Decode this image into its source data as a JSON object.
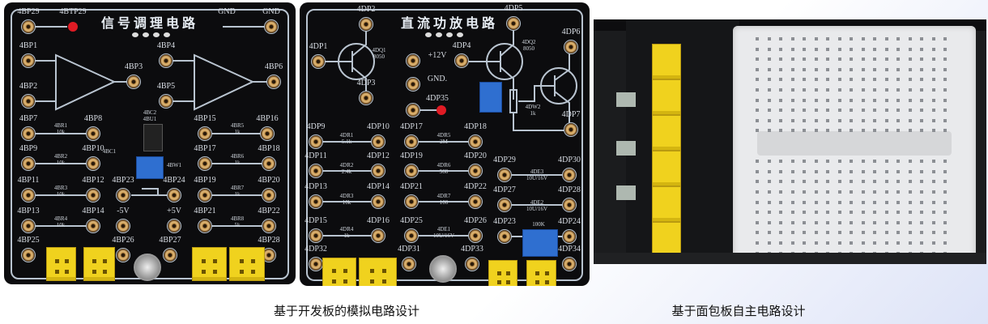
{
  "boards": [
    {
      "title": "信号调理电路",
      "terminals": [
        "4BP29",
        "4BTP29",
        "GND",
        "GND",
        "4BP1",
        "4BP2",
        "4BP3",
        "4BP4",
        "4BP5",
        "4BP6",
        "4BP7",
        "4BP8",
        "4BP15",
        "4BP16",
        "4BP9",
        "4BP10",
        "4BP17",
        "4BP18",
        "4BP11",
        "4BP12",
        "4BP23",
        "4BP24",
        "4BP19",
        "4BP20",
        "4BP13",
        "4BP14",
        "-5V",
        "+5V",
        "4BP21",
        "4BP22",
        "4BP25",
        "4BP26",
        "4BP27",
        "4BP28"
      ],
      "components": [
        "4BR1\n10k",
        "4BR2\n10k",
        "4BR3\n10k",
        "4BR4\n10k",
        "4BR5\n1k",
        "4BR6\n1k",
        "4BR7\n1k",
        "4BR8\n5k",
        "4BC2\n4BU1",
        "4BC1",
        "4BW1"
      ]
    },
    {
      "title": "直流功放电路",
      "terminals": [
        "4DP1",
        "4DP2",
        "4DP3",
        "+12V",
        "GND.",
        "4DP35",
        "4DP4",
        "4DP5",
        "4DP6",
        "4DP7",
        "4DP9",
        "4DP10",
        "4DP17",
        "4DP18",
        "4DP11",
        "4DP12",
        "4DP19",
        "4DP20",
        "4DP29",
        "4DP30",
        "4DP13",
        "4DP14",
        "4DP21",
        "4DP22",
        "4DP27",
        "4DP28",
        "4DP15",
        "4DP16",
        "4DP25",
        "4DP26",
        "4DP23",
        "4DP24",
        "4DP32",
        "4DP31",
        "4DP33",
        "4DP34"
      ],
      "components": [
        "4DQ1\n8050",
        "4DQ2\n8050",
        "4DW2\n1k",
        "4DR1\n5.1k",
        "4DR2\n2.4k",
        "4DR3\n10k",
        "4DR4\n1k",
        "4DR5\n2M",
        "4DR6\n560",
        "4DR7\n100",
        "4DE1\n10U/16V",
        "4DE2\n10U/16V",
        "4DE3\n10U/16V",
        "100K"
      ]
    }
  ],
  "captions": {
    "dev_board": "基于开发板的模拟电路设计",
    "breadboard": "基于面包板自主电路设计"
  }
}
